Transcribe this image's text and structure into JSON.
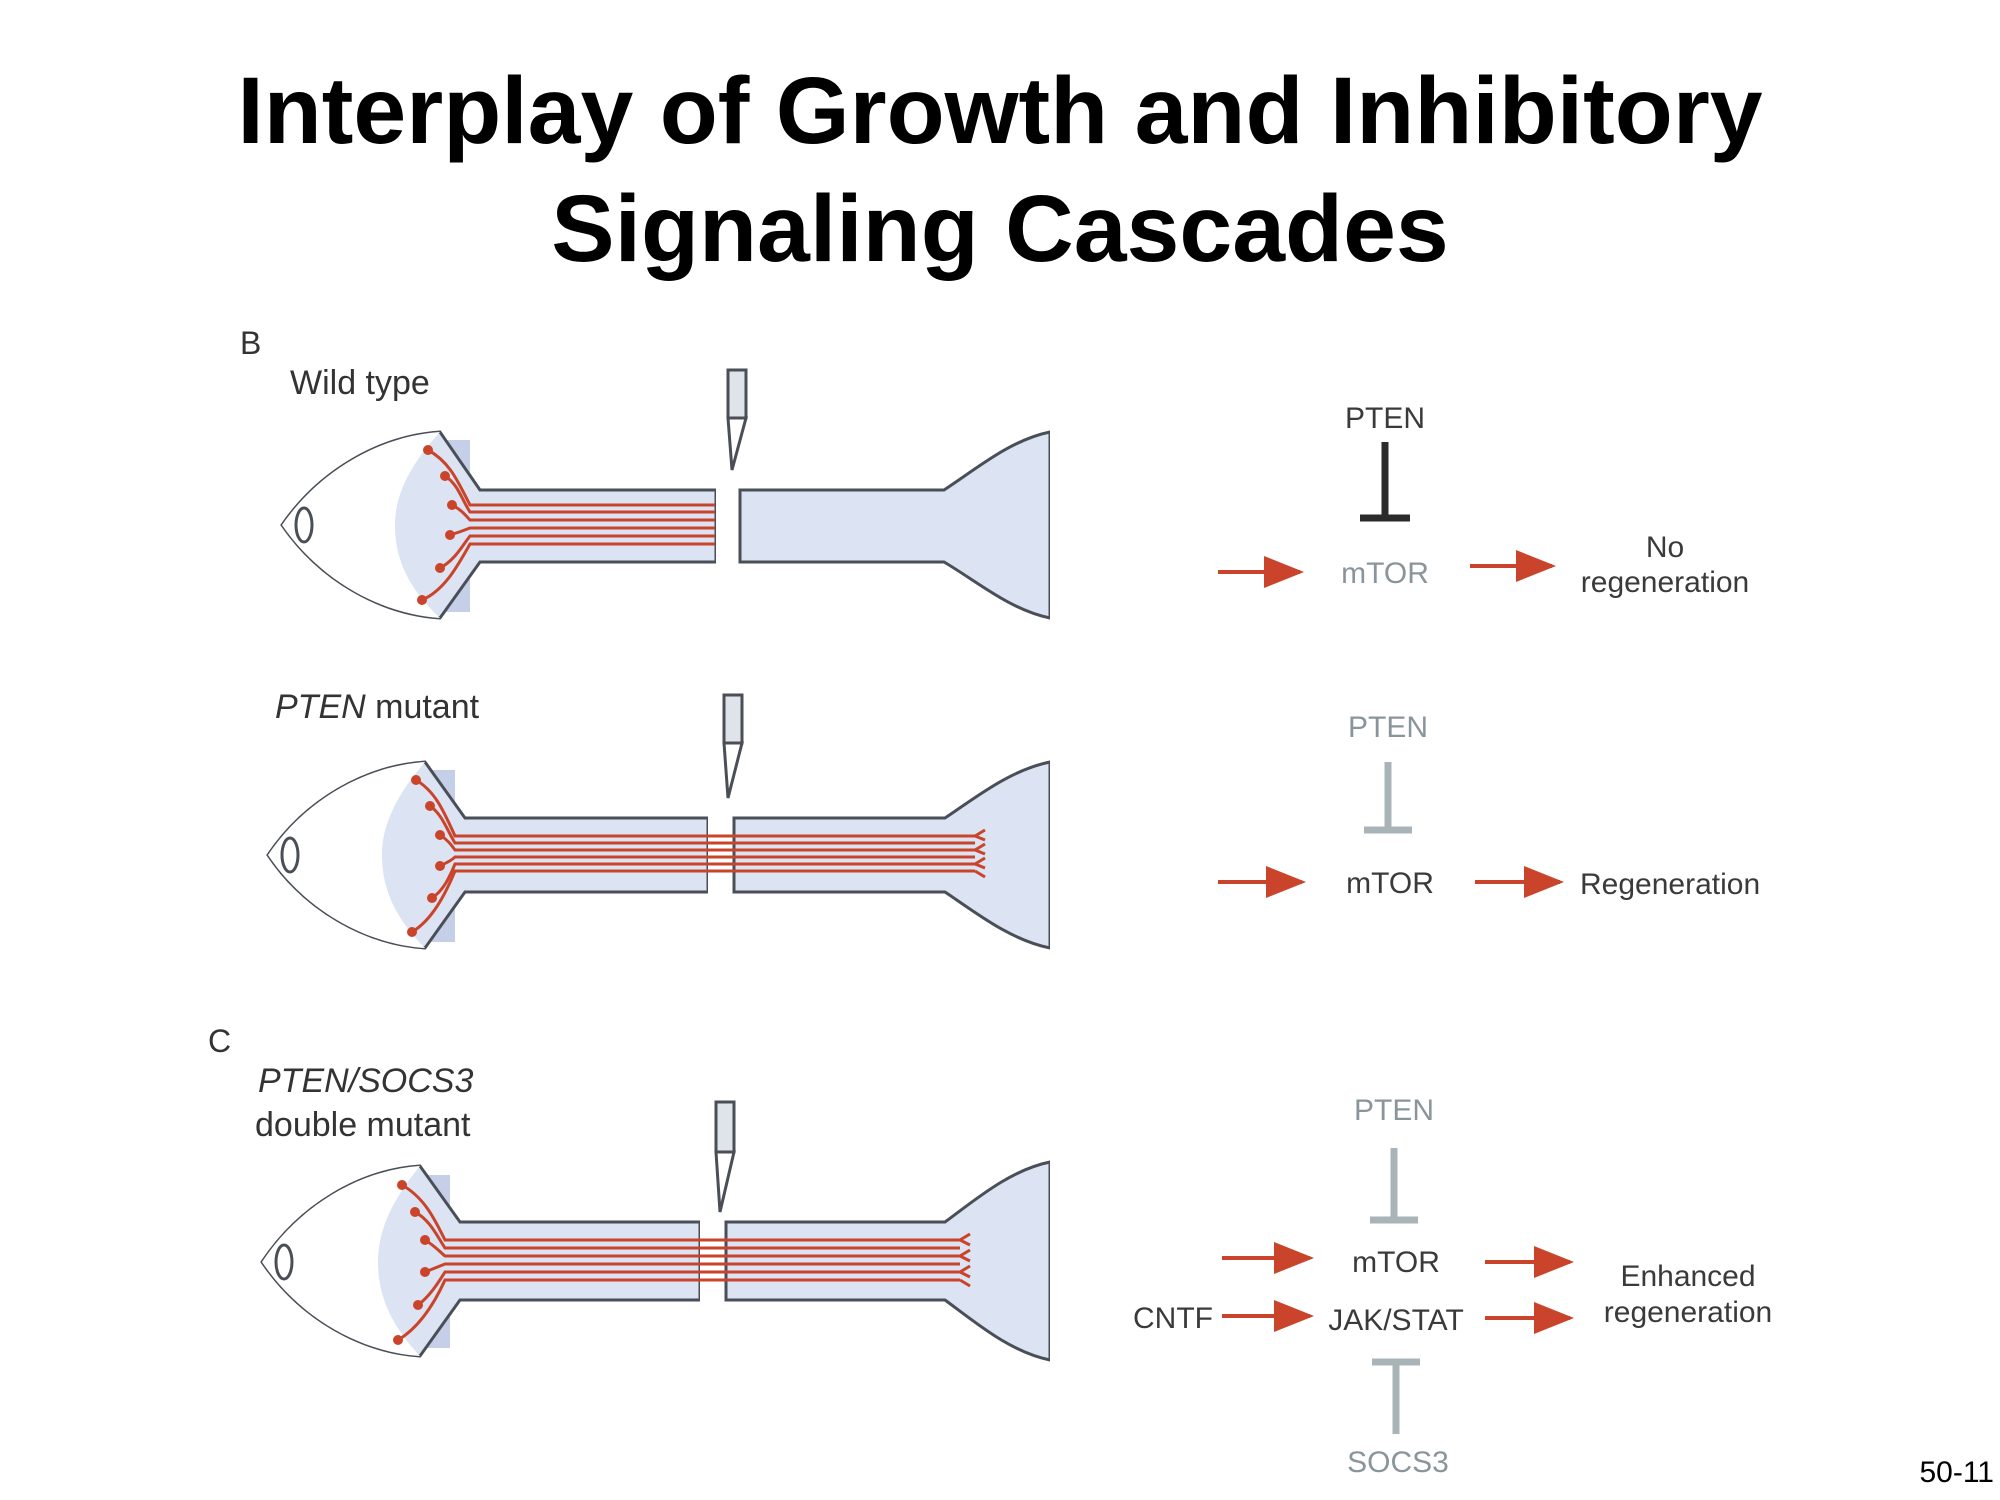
{
  "slide": {
    "title_line1": "Interplay of Growth and Inhibitory",
    "title_line2": "Signaling Cascades",
    "slide_number": "50-11"
  },
  "panel_b": {
    "letter": "B",
    "wild_type": {
      "label": "Wild type",
      "inhibitor": "PTEN",
      "node": "mTOR",
      "outcome_line1": "No",
      "outcome_line2": "regeneration"
    },
    "pten_mutant": {
      "label_italic": "PTEN",
      "label_rest": " mutant",
      "inhibitor": "PTEN",
      "node": "mTOR",
      "outcome": "Regeneration"
    }
  },
  "panel_c": {
    "letter": "C",
    "label_line1": "PTEN/SOCS3",
    "label_line2": "double mutant",
    "inhibitor_top": "PTEN",
    "node_top": "mTOR",
    "input": "CNTF",
    "node_bottom": "JAK/STAT",
    "inhibitor_bottom": "SOCS3",
    "outcome_line1": "Enhanced",
    "outcome_line2": "regeneration"
  },
  "colors": {
    "axon": "#c9442a",
    "nerve_fill": "#dce3f2",
    "eye_shadow": "#c6cfe8",
    "outline": "#4a4f57",
    "active_inhibition": "#2b2b2b",
    "lost_inhibition": "#a9b4b8",
    "arrow": "#c9442a"
  }
}
